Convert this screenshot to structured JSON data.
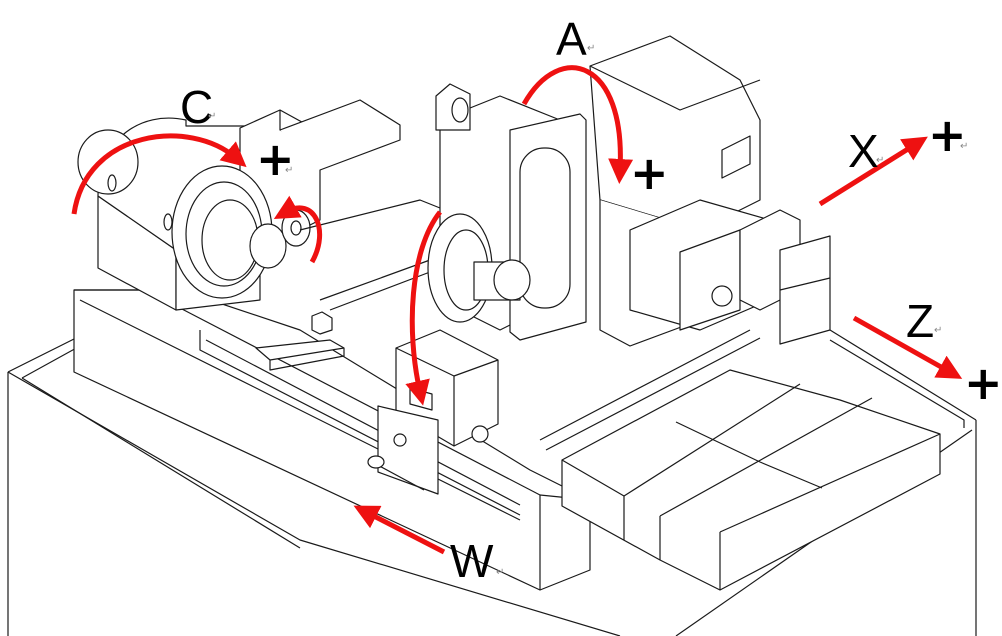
{
  "diagram": {
    "subject": "CNC grinding machine isometric line drawing with motion axes",
    "colors": {
      "arrow": "#ee1111",
      "line": "#1a1a1a",
      "background": "#ffffff",
      "text": "#000000"
    },
    "return_mark": "↵",
    "axes": [
      {
        "id": "A",
        "label": "A",
        "motion": "rotary",
        "sign": "+"
      },
      {
        "id": "C",
        "label": "C",
        "motion": "rotary",
        "sign": "+"
      },
      {
        "id": "X",
        "label": "X",
        "motion": "linear",
        "sign": "+"
      },
      {
        "id": "Z",
        "label": "Z",
        "motion": "linear",
        "sign": "+"
      },
      {
        "id": "W",
        "label": "W",
        "motion": "linear",
        "sign": ""
      }
    ],
    "components": [
      "machine-base",
      "work-head-spindle",
      "workpiece-chuck",
      "grinding-wheel",
      "wheel-head",
      "tailstock",
      "bellows-cover",
      "x-axis-slide"
    ]
  }
}
